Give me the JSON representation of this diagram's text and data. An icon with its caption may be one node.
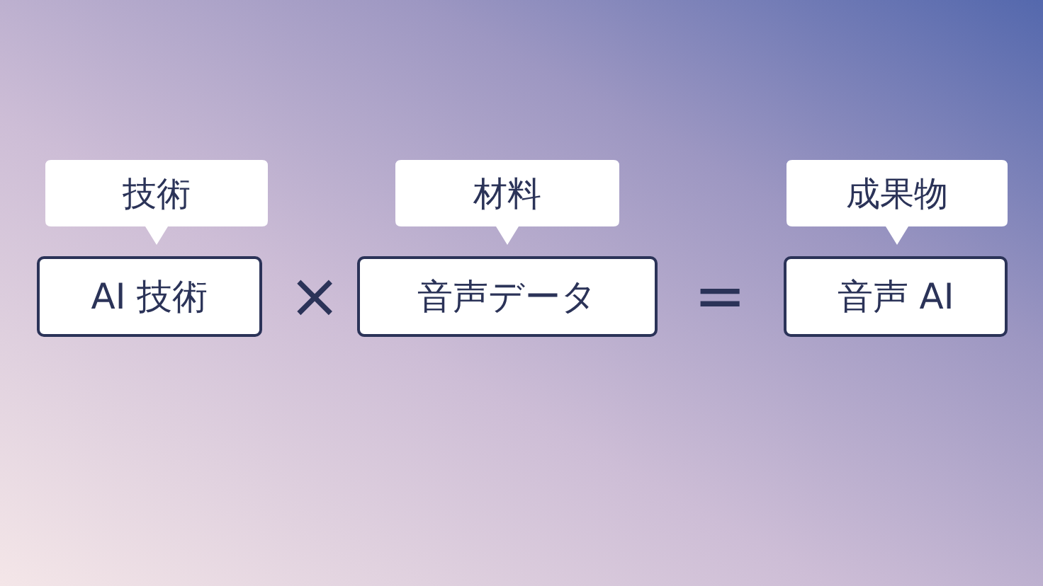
{
  "diagram": {
    "nodes": [
      {
        "text": [
          "技術"
        ]
      },
      {
        "text": [
          "AI 技術"
        ]
      },
      {
        "text": [
          "材料"
        ]
      },
      {
        "text": [
          "音声データ"
        ]
      },
      {
        "text": [
          "成果物"
        ]
      },
      {
        "text": [
          "音声 AI"
        ]
      }
    ],
    "labels": [
      "×",
      "="
    ]
  }
}
